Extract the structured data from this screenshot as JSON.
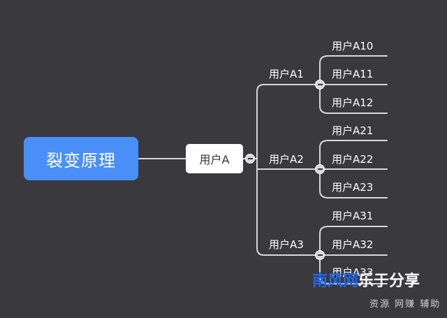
{
  "root": "裂变原理",
  "level1": "用户A",
  "level2": [
    "用户A1",
    "用户A2",
    "用户A3"
  ],
  "level3": [
    [
      "用户A10",
      "用户A11",
      "用户A12"
    ],
    [
      "用户A21",
      "用户A22",
      "用户A23"
    ],
    [
      "用户A31",
      "用户A32",
      "用户A33"
    ]
  ],
  "colors": {
    "background": "#3a3a3e",
    "root": "#4a8ff7",
    "line": "#d8d8d8"
  },
  "watermark": {
    "part1": "南风网",
    "part2": "乐于分享",
    "sub": "资源 网赚 辅助"
  }
}
